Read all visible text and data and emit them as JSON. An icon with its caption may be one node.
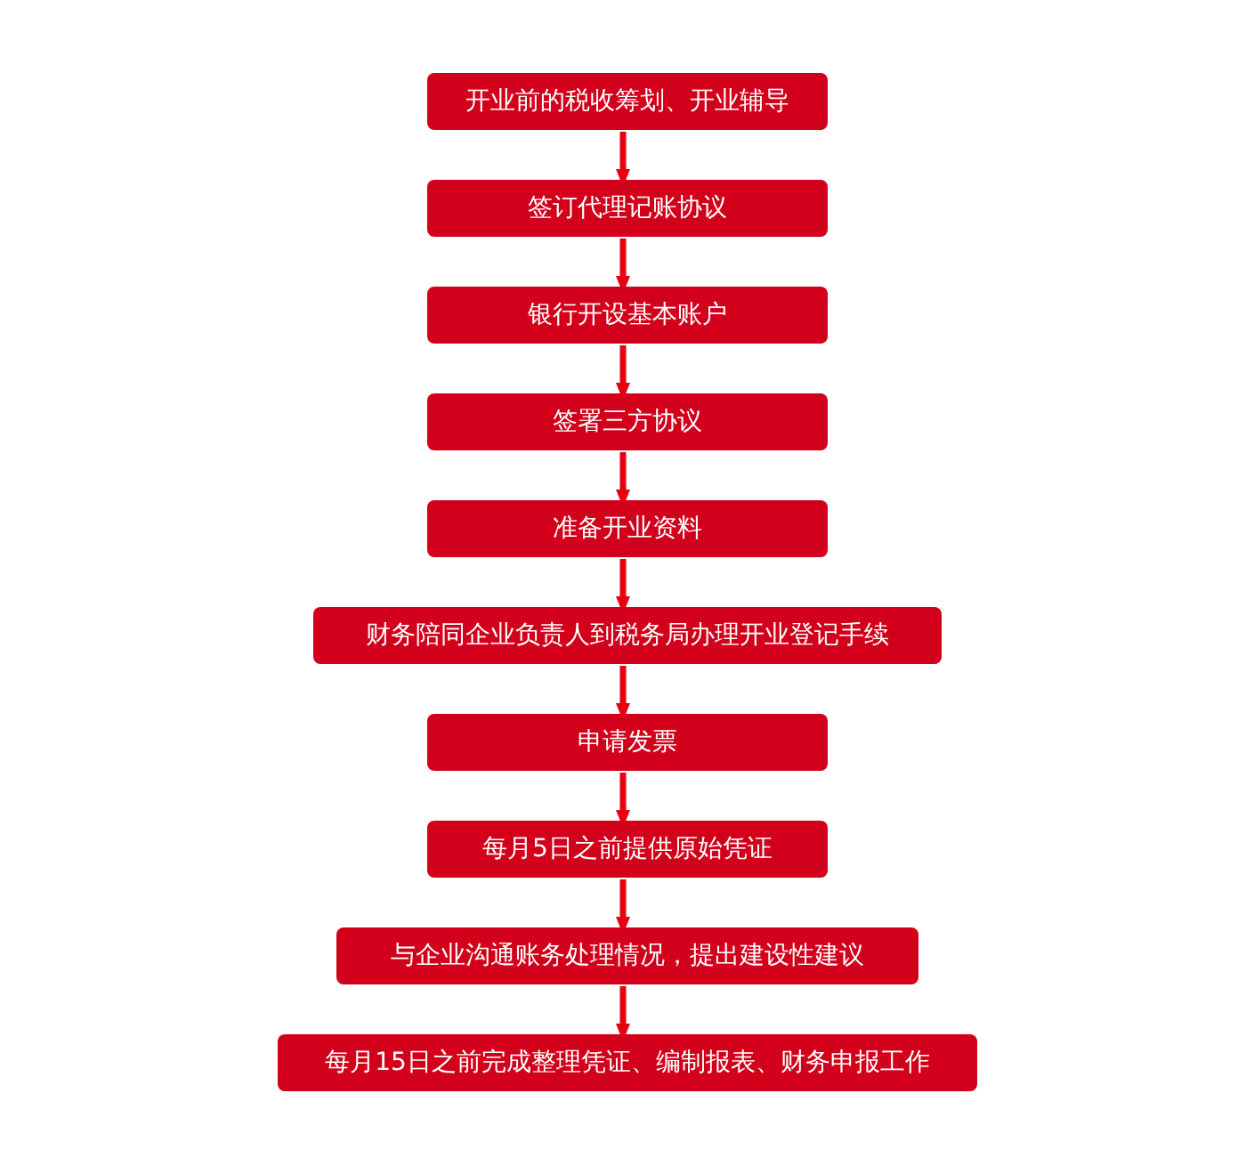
{
  "diagram": {
    "nodes": [
      {
        "text": [
          "开业前的税收筹划、开业辅导"
        ]
      },
      {
        "text": [
          "签订代理记账协议"
        ]
      },
      {
        "text": [
          "银行开设基本账户"
        ]
      },
      {
        "text": [
          "签署三方协议"
        ]
      },
      {
        "text": [
          "准备开业资料"
        ]
      },
      {
        "text": [
          "财务陪同企业负责人到税务局办理开业登记手续"
        ]
      },
      {
        "text": [
          "申请发票"
        ]
      },
      {
        "text": [
          "每月5日之前提供原始凭证"
        ]
      },
      {
        "text": [
          "与企业沟通账务处理情况，提出建设性建议"
        ]
      },
      {
        "text": [
          "每月15日之前完成整理凭证、编制报表、财务申报工作"
        ]
      }
    ],
    "edges": [
      {
        "from": 0,
        "to": 1,
        "arrow": "to"
      },
      {
        "from": 1,
        "to": 2,
        "arrow": "to"
      },
      {
        "from": 2,
        "to": 3,
        "arrow": "to"
      },
      {
        "from": 3,
        "to": 4,
        "arrow": "to"
      },
      {
        "from": 4,
        "to": 5,
        "arrow": "to"
      },
      {
        "from": 5,
        "to": 6,
        "arrow": "to"
      },
      {
        "from": 6,
        "to": 7,
        "arrow": "to"
      },
      {
        "from": 7,
        "to": 8,
        "arrow": "to"
      },
      {
        "from": 8,
        "to": 9,
        "arrow": "to"
      }
    ]
  }
}
